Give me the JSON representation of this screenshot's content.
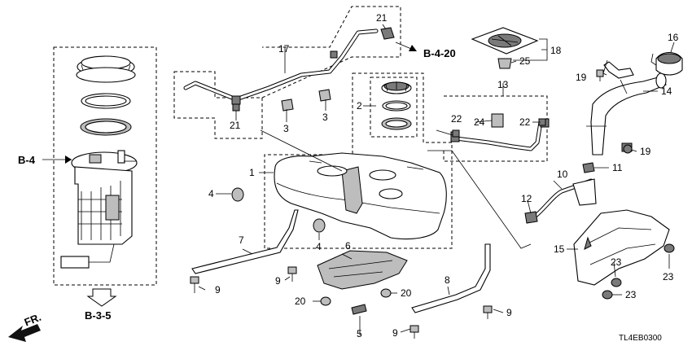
{
  "callouts": {
    "c1": "1",
    "c2": "2",
    "c3a": "3",
    "c3b": "3",
    "c4a": "4",
    "c4b": "4",
    "c5": "5",
    "c6": "6",
    "c7": "7",
    "c8": "8",
    "c9a": "9",
    "c9b": "9",
    "c9c": "9",
    "c9d": "9",
    "c10": "10",
    "c11": "11",
    "c12": "12",
    "c13": "13",
    "c14": "14",
    "c15": "15",
    "c16": "16",
    "c17": "17",
    "c18": "18",
    "c19a": "19",
    "c19b": "19",
    "c20a": "20",
    "c20b": "20",
    "c21a": "21",
    "c21b": "21",
    "c22a": "22",
    "c22b": "22",
    "c23a": "23",
    "c23b": "23",
    "c23c": "23",
    "c24": "24",
    "c25": "25"
  },
  "references": {
    "b4": "B-4",
    "b420": "B-4-20",
    "b35": "B-3-5"
  },
  "direction_label": "FR.",
  "diagram_code": "TL4EB0300"
}
